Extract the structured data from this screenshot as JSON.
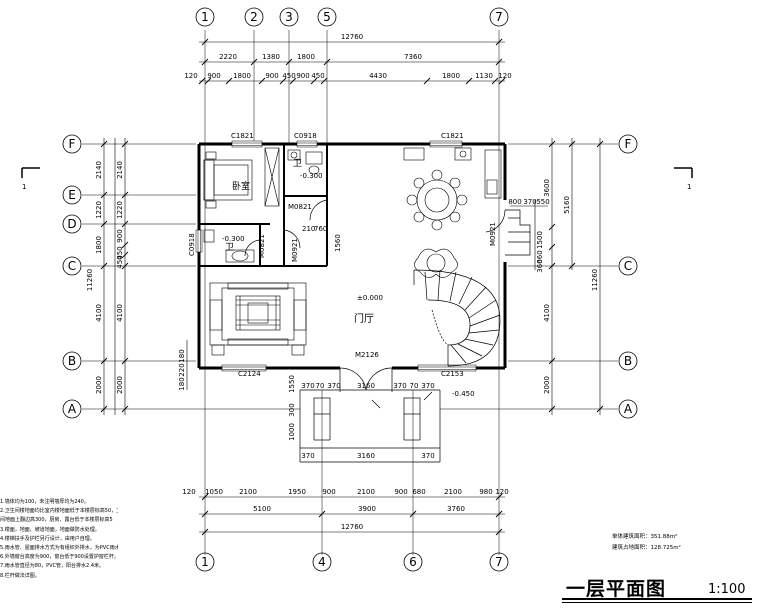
{
  "drawing": {
    "title": "一层平面图",
    "scale": "1:100",
    "section_mark": "1"
  },
  "axes": {
    "top": [
      "1",
      "2",
      "3",
      "5",
      "7"
    ],
    "bottom": [
      "1",
      "4",
      "6",
      "7"
    ],
    "left": [
      "F",
      "E",
      "D",
      "C",
      "B",
      "A"
    ],
    "right": [
      "F",
      "C",
      "B",
      "A"
    ]
  },
  "dimensions": {
    "top_overall": "12760",
    "top_row1": [
      "2220",
      "1380",
      "1800",
      "7360"
    ],
    "top_row2": [
      "120",
      "900",
      "1800",
      "900",
      "450",
      "900",
      "450",
      "4430",
      "1800",
      "1130",
      "120"
    ],
    "bottom_row1": [
      "120",
      "1050",
      "2100",
      "1950",
      "900",
      "2100",
      "900",
      "680",
      "2100",
      "980",
      "120"
    ],
    "bottom_row2": [
      "5100",
      "3900",
      "3760"
    ],
    "bottom_overall": "12760",
    "left_outer": [
      "2140",
      "1220",
      "1800",
      "4100",
      "2000"
    ],
    "left_inner": [
      "2140",
      "1220",
      "900",
      "450",
      "450",
      "4100",
      "2000"
    ],
    "left_total": "11260",
    "right_total": "11260",
    "right_inner": [
      "3600",
      "1500",
      "660",
      "360",
      "4100",
      "2000"
    ],
    "right_outer": [
      "5160"
    ],
    "right_misc": [
      "800",
      "370",
      "550"
    ],
    "porch": [
      "3160",
      "3160",
      "370",
      "370",
      "370",
      "370",
      "70",
      "70",
      "1000",
      "300",
      "1550",
      "370",
      "370"
    ],
    "stair": [
      "180",
      "220",
      "180"
    ]
  },
  "rooms": {
    "bedroom": "卧室",
    "bath1": "卫",
    "bath2": "卫",
    "hall": "门厅"
  },
  "labels": {
    "windows": [
      "C1821",
      "C0918",
      "C1821",
      "C0918",
      "C2124",
      "C2153"
    ],
    "doors": [
      "M0821",
      "M0821",
      "M0921",
      "M0921",
      "M2126"
    ],
    "elevations": [
      "-0.300",
      "-0.300",
      "±0.000",
      "-0.450"
    ],
    "misc": [
      "1560",
      "760",
      "210"
    ]
  },
  "notes": [
    "1.墙体均为100，未注明墙厚均为240。",
    "2.卫生间楼地面均比室内楼地面低于本楼层标高50，卫生",
    "间地面上翻边高300，厨房、露台低于本楼层标高5",
    "3.楼面，地面、坡道地面，地面做防水处理。",
    "4.楼梯扶手及护栏另行设计，由用户自理。",
    "5.雨水管、屋面排水方式为有组织外排水，为PVC雨水管。",
    "6.外墙窗台高度为900，窗台低于900设置护窗栏杆。",
    "7.雨水管直径为80，PVC管，阳台排水2.4米。",
    "8.栏杆做法详图。"
  ],
  "area": {
    "total": "单体建筑面积：351.88m²",
    "floor": "建筑占地面积：128.725m²"
  }
}
